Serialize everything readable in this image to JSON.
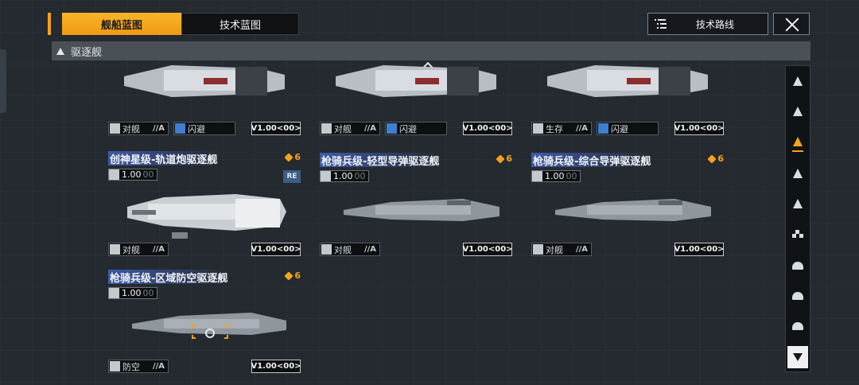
{
  "tabs": [
    {
      "label": "舰船蓝图",
      "active": true
    },
    {
      "label": "技术蓝图",
      "active": false
    }
  ],
  "tech_route_label": "技术路线",
  "category_label": "驱逐舰",
  "colors": {
    "accent": "#f4a21b",
    "title_band": "#3d5aa8",
    "panel": "#0d0f11"
  },
  "top_cards": [
    {
      "stat1": {
        "icon": "anti-ship-icon",
        "label": "对舰",
        "grade": "//A"
      },
      "stat2": {
        "icon": "dodge-icon",
        "label": "闪避"
      },
      "version": "V1.00<00>"
    },
    {
      "stat1": {
        "icon": "anti-ship-icon",
        "label": "对舰",
        "grade": "//A"
      },
      "stat2": {
        "icon": "dodge-icon",
        "label": "闪避"
      },
      "version": "V1.00<00>"
    },
    {
      "stat1": {
        "icon": "shield-icon",
        "label": "生存",
        "grade": "//A"
      },
      "stat2": {
        "icon": "dodge-icon",
        "label": "闪避"
      },
      "version": "V1.00<00>"
    }
  ],
  "cards": [
    {
      "name": "创神星级-轨道炮驱逐舰",
      "badge": "6",
      "level": "1.00",
      "level_dim": "00",
      "re": "RE",
      "stat1": {
        "label": "对舰",
        "grade": "//A"
      },
      "version": "V1.00<00>"
    },
    {
      "name": "枪骑兵级-轻型导弹驱逐舰",
      "badge": "6",
      "level": "1.00",
      "level_dim": "00",
      "re": "",
      "stat1": {
        "label": "对舰",
        "grade": "//A"
      },
      "version": "V1.00<00>"
    },
    {
      "name": "枪骑兵级-综合导弹驱逐舰",
      "badge": "6",
      "level": "1.00",
      "level_dim": "00",
      "re": "",
      "stat1": {
        "label": "对舰",
        "grade": "//A"
      },
      "version": "V1.00<00>"
    },
    {
      "name": "枪骑兵级-区域防空驱逐舰",
      "badge": "6",
      "level": "1.00",
      "level_dim": "00",
      "re": "",
      "stat1": {
        "label": "防空",
        "grade": "//A"
      },
      "version": "V1.00<00>"
    }
  ],
  "filters": [
    "carrier-icon",
    "frigate-icon",
    "destroyer-icon",
    "cruiser-icon",
    "support-icon",
    "formation-icon",
    "battleship-icon",
    "auxiliary-icon",
    "station-icon",
    "filter-icon"
  ]
}
